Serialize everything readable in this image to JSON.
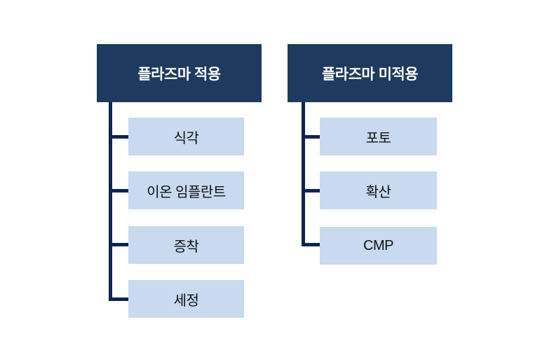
{
  "diagram": {
    "type": "tree",
    "colors": {
      "header_bg": "#1e3a5f",
      "header_text": "#ffffff",
      "child_bg": "#c8d9f0",
      "child_text": "#111111",
      "connector": "#0f2451",
      "background": "#ffffff"
    },
    "columns": [
      {
        "header": "플라즈마 적용",
        "children": [
          "식각",
          "이온 임플란트",
          "증착",
          "세정"
        ]
      },
      {
        "header": "플라즈마 미적용",
        "children": [
          "포토",
          "확산",
          "CMP"
        ]
      }
    ]
  }
}
